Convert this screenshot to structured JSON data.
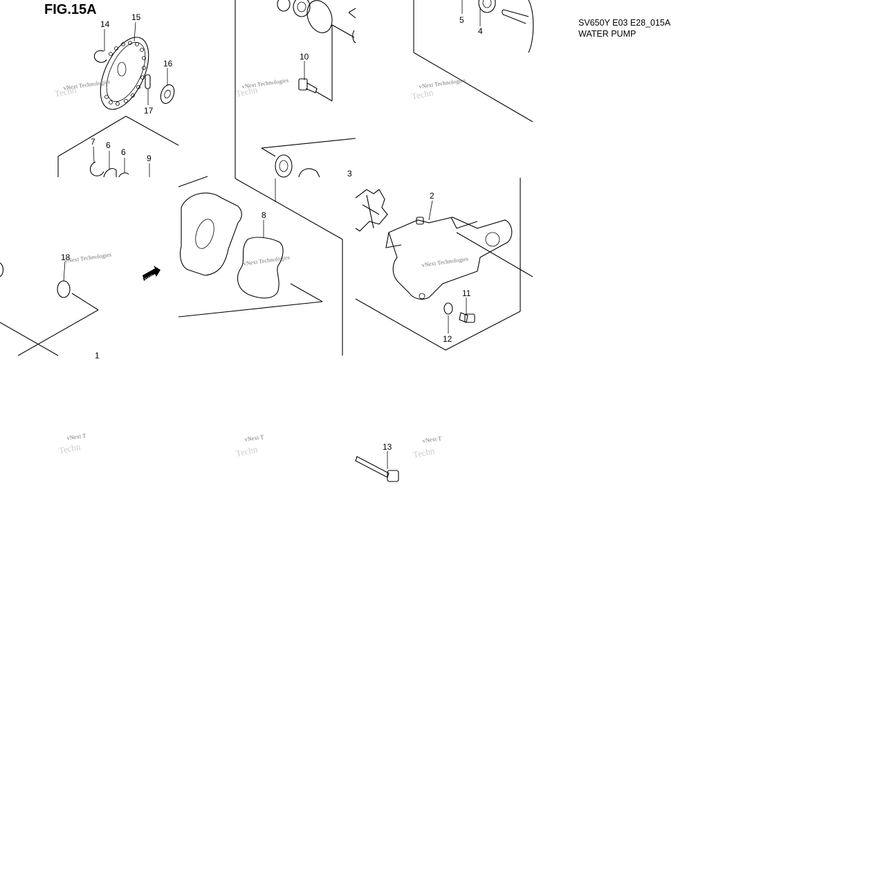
{
  "figure": {
    "title": "FIG.15A",
    "model_code": "SV650Y E03 E28_015A",
    "section": "WATER PUMP"
  },
  "callouts": [
    {
      "id": "c1",
      "label": "1"
    },
    {
      "id": "c2",
      "label": "2"
    },
    {
      "id": "c3",
      "label": "3"
    },
    {
      "id": "c4",
      "label": "4"
    },
    {
      "id": "c5",
      "label": "5"
    },
    {
      "id": "c6a",
      "label": "6"
    },
    {
      "id": "c6b",
      "label": "6"
    },
    {
      "id": "c7",
      "label": "7"
    },
    {
      "id": "c8",
      "label": "8"
    },
    {
      "id": "c9",
      "label": "9"
    },
    {
      "id": "c10",
      "label": "10"
    },
    {
      "id": "c11",
      "label": "11"
    },
    {
      "id": "c12",
      "label": "12"
    },
    {
      "id": "c13",
      "label": "13"
    },
    {
      "id": "c14",
      "label": "14"
    },
    {
      "id": "c15",
      "label": "15"
    },
    {
      "id": "c16",
      "label": "16"
    },
    {
      "id": "c17",
      "label": "17"
    },
    {
      "id": "c18",
      "label": "18"
    }
  ],
  "fwd_marker": "FWD",
  "watermark": {
    "line1": "vNext Technologies",
    "fragment_a": "vNext T",
    "fragment_b": "Techn"
  }
}
